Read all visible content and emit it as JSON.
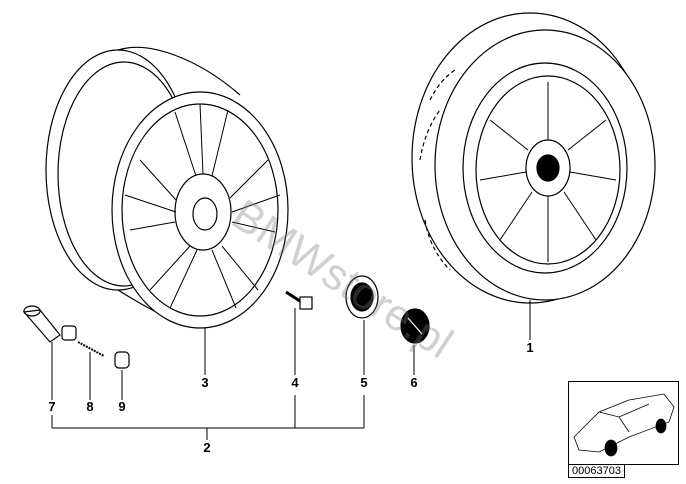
{
  "diagram": {
    "callouts": [
      "1",
      "2",
      "3",
      "4",
      "5",
      "6",
      "7",
      "8",
      "9"
    ],
    "watermark": "BMWstore.pl",
    "thumbnail_code": "00063703"
  }
}
